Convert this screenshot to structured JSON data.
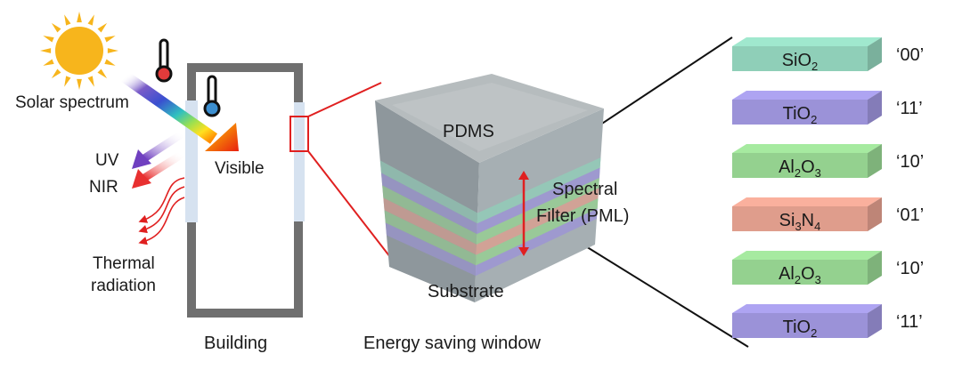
{
  "labels": {
    "solar_spectrum": "Solar spectrum",
    "visible": "Visible",
    "uv": "UV",
    "nir": "NIR",
    "thermal_1": "Thermal",
    "thermal_2": "radiation",
    "building": "Building",
    "pdms": "PDMS",
    "spectral_1": "Spectral",
    "spectral_2": "Filter (PML)",
    "substrate": "Substrate",
    "window": "Energy saving window"
  },
  "layers": [
    {
      "base": "SiO",
      "sub": "2",
      "tail": "",
      "code": "‘00’",
      "color": "#8fcfb8"
    },
    {
      "base": "TiO",
      "sub": "2",
      "tail": "",
      "code": "‘11’",
      "color": "#9b92d8"
    },
    {
      "base": "Al",
      "sub": "2",
      "tail": "O",
      "sub2": "3",
      "code": "‘10’",
      "color": "#94d18f"
    },
    {
      "base": "Si",
      "sub": "3",
      "tail": "N",
      "sub2": "4",
      "code": "‘01’",
      "color": "#df9d8c"
    },
    {
      "base": "Al",
      "sub": "2",
      "tail": "O",
      "sub2": "3",
      "code": "‘10’",
      "color": "#94d18f"
    },
    {
      "base": "TiO",
      "sub": "2",
      "tail": "",
      "code": "‘11’",
      "color": "#9b92d8"
    }
  ],
  "colors": {
    "accent_red": "#e02020",
    "wall": "#707070",
    "glass": "#d6e2f0"
  }
}
